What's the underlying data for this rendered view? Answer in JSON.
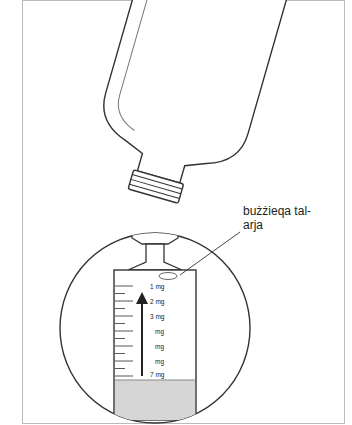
{
  "diagram": {
    "labels": [
      "bużżieqa tal-arja",
      "1 mg",
      "2 mg",
      "3 mg",
      "mg",
      "mg",
      "mg",
      "7 mg"
    ]
  }
}
